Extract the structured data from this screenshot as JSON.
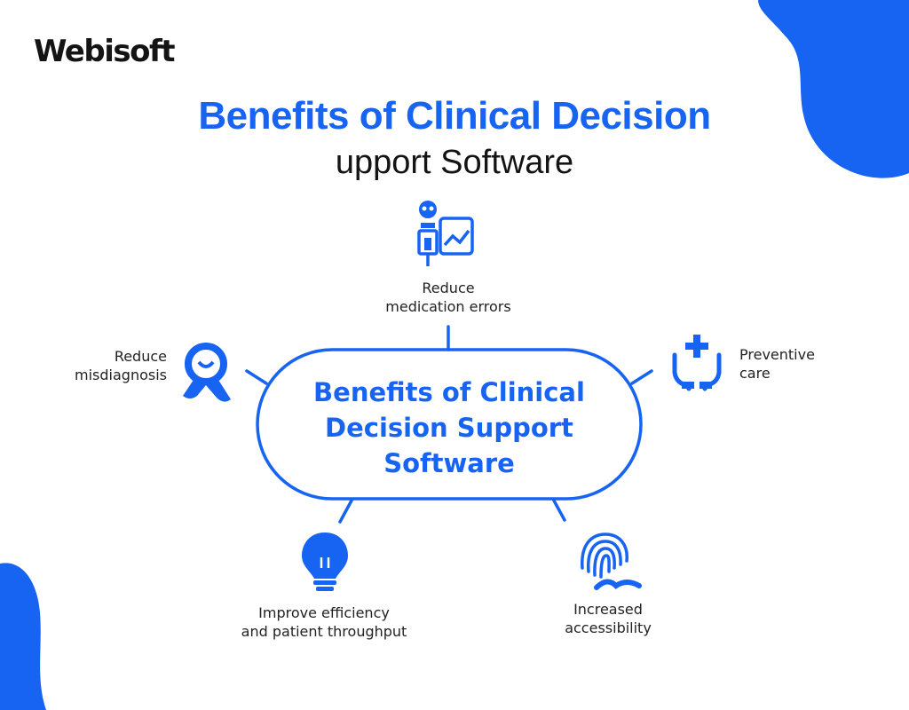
{
  "brand": {
    "logo_text": "Webisoft"
  },
  "title": {
    "line1": "Benefits of Clinical Decision",
    "line2": "upport Software"
  },
  "center": {
    "lines": [
      "Benefits of Clinical",
      "Decision Support",
      "Software"
    ]
  },
  "nodes": [
    {
      "id": "medication",
      "lines": [
        "Reduce",
        "medication errors"
      ],
      "icon": "syringe-chart-icon"
    },
    {
      "id": "misdiagnosis",
      "lines": [
        "Reduce",
        "misdiagnosis"
      ],
      "icon": "patient-ribbon-icon"
    },
    {
      "id": "preventive",
      "lines": [
        "Preventive",
        "care"
      ],
      "icon": "hands-cross-icon"
    },
    {
      "id": "efficiency",
      "lines": [
        "Improve efficiency",
        "and patient throughput"
      ],
      "icon": "lightbulb-icon"
    },
    {
      "id": "accessibility",
      "lines": [
        "Increased",
        "accessibility"
      ],
      "icon": "fingerprint-icon"
    }
  ],
  "colors": {
    "accent": "#1763f2",
    "text": "#141414"
  }
}
